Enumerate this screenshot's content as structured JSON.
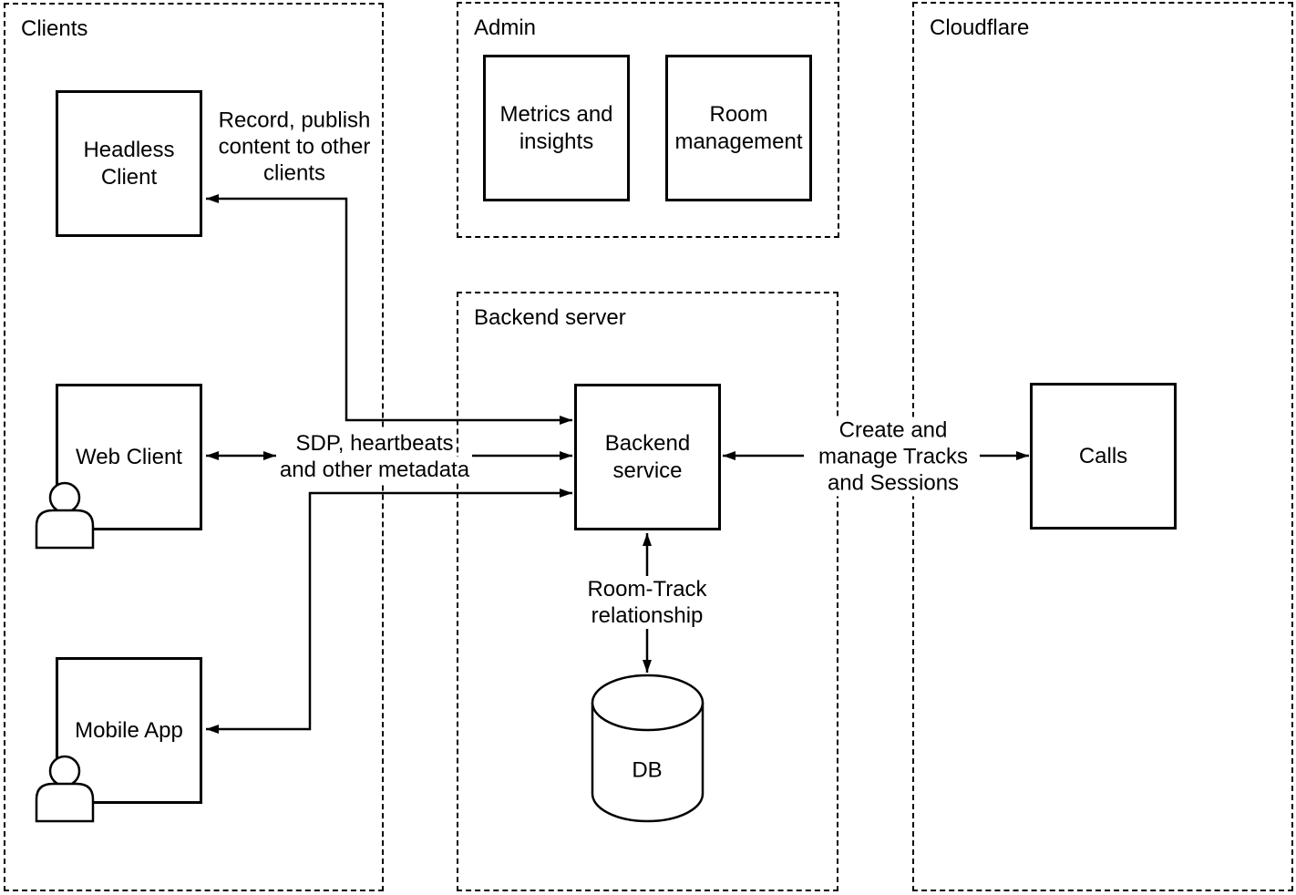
{
  "containers": {
    "clients": {
      "label": "Clients"
    },
    "admin": {
      "label": "Admin"
    },
    "backend_server": {
      "label": "Backend server"
    },
    "cloudflare": {
      "label": "Cloudflare"
    }
  },
  "nodes": {
    "headless_client": {
      "label": "Headless Client"
    },
    "web_client": {
      "label": "Web Client"
    },
    "mobile_app": {
      "label": "Mobile App"
    },
    "metrics_insights": {
      "label": "Metrics and insights"
    },
    "room_management": {
      "label": "Room management"
    },
    "backend_service": {
      "label": "Backend service"
    },
    "calls": {
      "label": "Calls"
    },
    "db": {
      "label": "DB"
    }
  },
  "edge_labels": {
    "record_publish": {
      "lines": [
        "Record, publish",
        "content to other",
        "clients"
      ]
    },
    "sdp_metadata": {
      "lines": [
        "SDP, heartbeats",
        "and other metadata"
      ]
    },
    "create_manage": {
      "lines": [
        "Create and",
        "manage Tracks",
        "and Sessions"
      ]
    },
    "room_track": {
      "lines": [
        "Room-Track",
        "relationship"
      ]
    }
  },
  "edges": [
    {
      "from": "backend_service",
      "to": "headless_client",
      "arrows": "both",
      "label_ref": "record_publish"
    },
    {
      "from": "web_client",
      "to": "backend_service",
      "arrows": "both",
      "label_ref": "sdp_metadata"
    },
    {
      "from": "backend_service",
      "to": "mobile_app",
      "arrows": "both",
      "label_ref": "sdp_metadata"
    },
    {
      "from": "backend_service",
      "to": "calls",
      "arrows": "both",
      "label_ref": "create_manage"
    },
    {
      "from": "backend_service",
      "to": "db",
      "arrows": "both",
      "label_ref": "room_track"
    }
  ],
  "icons": {
    "web_client_user": "user-icon",
    "mobile_app_user": "user-icon",
    "db_shape": "database-cylinder-icon"
  },
  "colors": {
    "stroke": "#000000",
    "background": "#ffffff",
    "text": "#000000"
  }
}
